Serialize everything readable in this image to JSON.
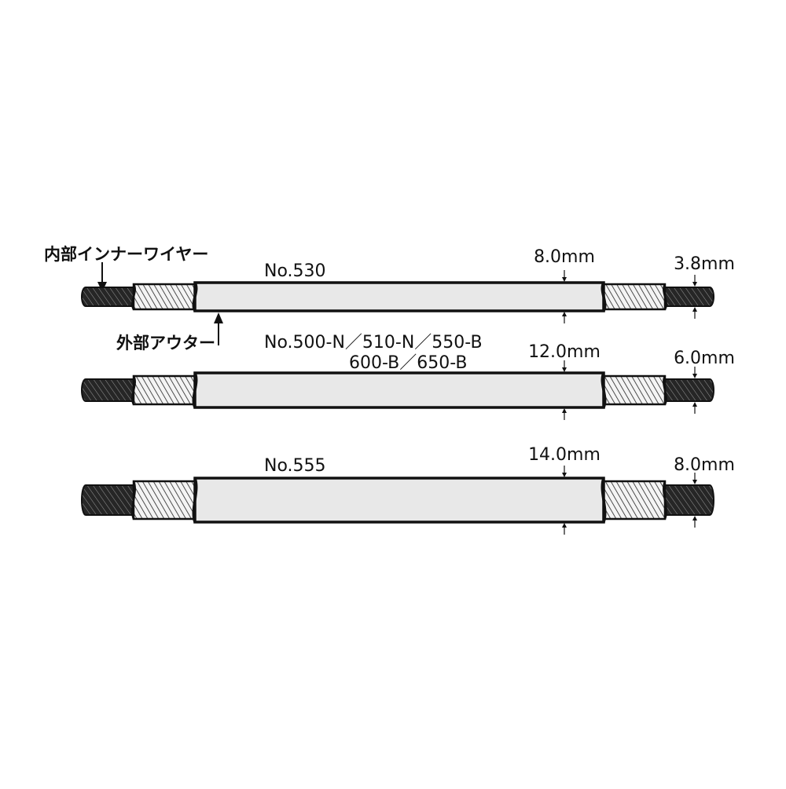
{
  "labels": {
    "inner_wire": "内部インナーワイヤー",
    "outer": "外部アウター"
  },
  "cables": [
    {
      "model_lines": [
        "No.530"
      ],
      "outer_diameter": "8.0mm",
      "inner_diameter": "3.8mm"
    },
    {
      "model_lines": [
        "No.500-N／510-N／550-B",
        "600-B／650-B"
      ],
      "outer_diameter": "12.0mm",
      "inner_diameter": "6.0mm"
    },
    {
      "model_lines": [
        "No.555"
      ],
      "outer_diameter": "14.0mm",
      "inner_diameter": "8.0mm"
    }
  ],
  "colors": {
    "outline": "#111111",
    "inner_wire": "#3a3a3a",
    "sheath": "#e8e8e8",
    "braid_fill": "#f2f2f2"
  }
}
